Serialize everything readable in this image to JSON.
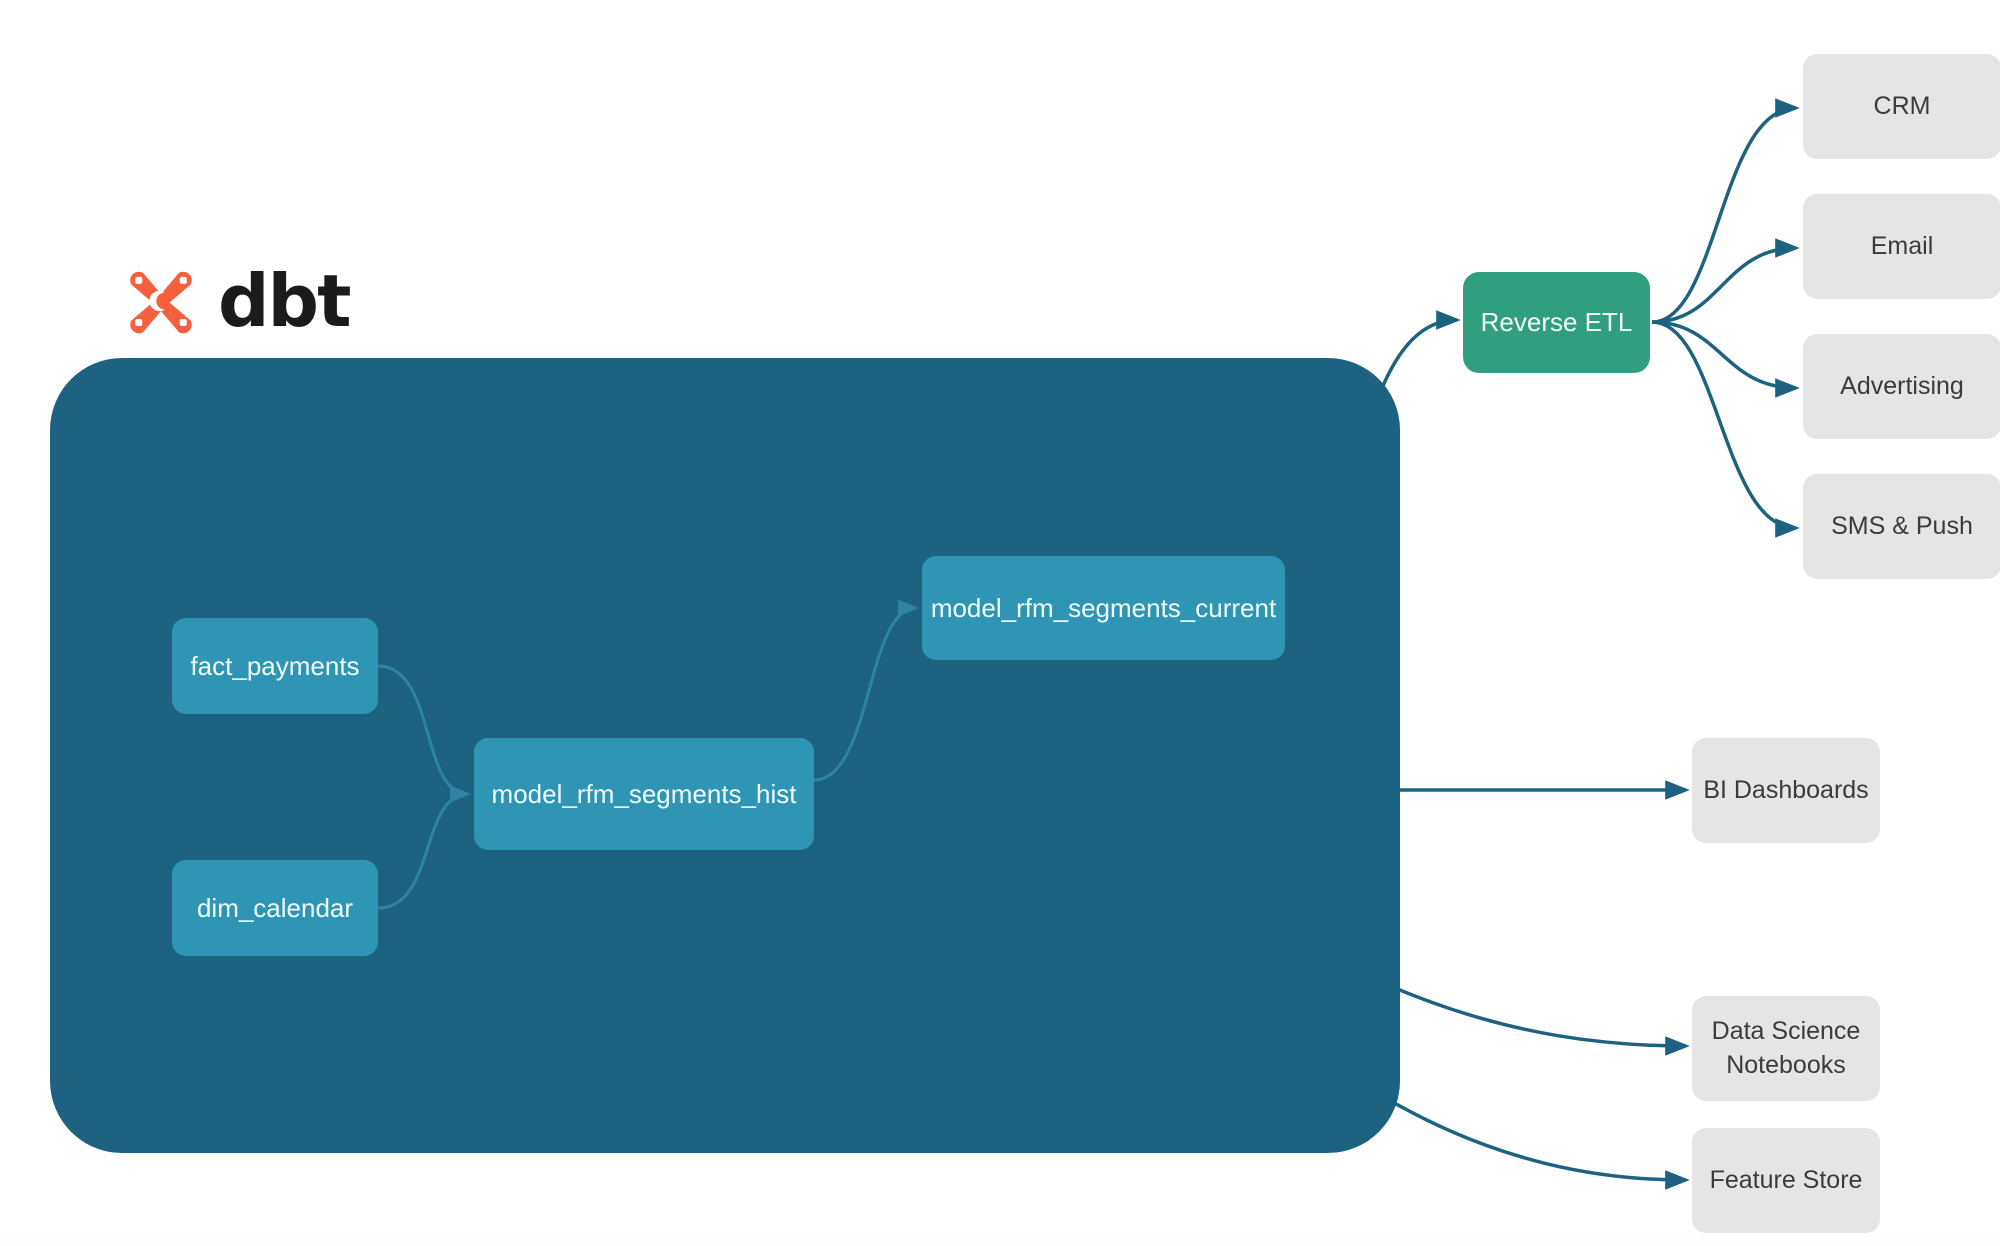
{
  "diagram": {
    "title": "dbt RFM segmentation lineage and activation",
    "brand": {
      "wordmark": "dbt",
      "logo_icon": "dbt-x-mark-icon",
      "logo_color": "#f4603e",
      "wordmark_color": "#1b1b1b"
    },
    "colors": {
      "background": "#ffffff",
      "project_container": "#1d6281",
      "model_node": "#2e96b4",
      "model_node_text": "#f2fbfe",
      "reverse_etl_node": "#2f9f7f",
      "reverse_etl_text": "#f2fbf8",
      "destination_node": "#e5e5e5",
      "destination_text": "#3b3b3b",
      "edge_outer": "#1d6281",
      "edge_inner": "#3ba3bf"
    },
    "project_container": {
      "name": "dbt-project-boundary",
      "label": ""
    },
    "models": [
      {
        "id": "fact_payments",
        "label": "fact_payments",
        "type": "source-model"
      },
      {
        "id": "dim_calendar",
        "label": "dim_calendar",
        "type": "source-model"
      },
      {
        "id": "model_rfm_segments_hist",
        "label": "model_rfm_segments_hist",
        "type": "model"
      },
      {
        "id": "model_rfm_segments_current",
        "label": "model_rfm_segments_current",
        "type": "model"
      }
    ],
    "reverse_etl": {
      "id": "reverse_etl",
      "label": "Reverse ETL"
    },
    "activation_destinations": [
      {
        "id": "crm",
        "label": "CRM"
      },
      {
        "id": "email",
        "label": "Email"
      },
      {
        "id": "advertising",
        "label": "Advertising"
      },
      {
        "id": "sms_push",
        "label": "SMS & Push"
      }
    ],
    "analytics_destinations": [
      {
        "id": "bi_dashboards",
        "label": "BI Dashboards"
      },
      {
        "id": "data_science",
        "label": "Data Science\nNotebooks"
      },
      {
        "id": "feature_store",
        "label": "Feature Store"
      }
    ],
    "edges": [
      {
        "from": "fact_payments",
        "to": "model_rfm_segments_hist",
        "style": "inner-curve"
      },
      {
        "from": "dim_calendar",
        "to": "model_rfm_segments_hist",
        "style": "inner-curve"
      },
      {
        "from": "model_rfm_segments_hist",
        "to": "model_rfm_segments_current",
        "style": "inner-curve"
      },
      {
        "from": "model_rfm_segments_current",
        "to": "reverse_etl",
        "style": "outer-curve"
      },
      {
        "from": "model_rfm_segments_hist",
        "to": "bi_dashboards",
        "style": "outer-straight"
      },
      {
        "from": "model_rfm_segments_hist",
        "to": "data_science",
        "style": "outer-curve"
      },
      {
        "from": "model_rfm_segments_hist",
        "to": "feature_store",
        "style": "outer-curve"
      },
      {
        "from": "reverse_etl",
        "to": "crm",
        "style": "outer-curve"
      },
      {
        "from": "reverse_etl",
        "to": "email",
        "style": "outer-curve"
      },
      {
        "from": "reverse_etl",
        "to": "advertising",
        "style": "outer-curve"
      },
      {
        "from": "reverse_etl",
        "to": "sms_push",
        "style": "outer-curve"
      }
    ]
  }
}
